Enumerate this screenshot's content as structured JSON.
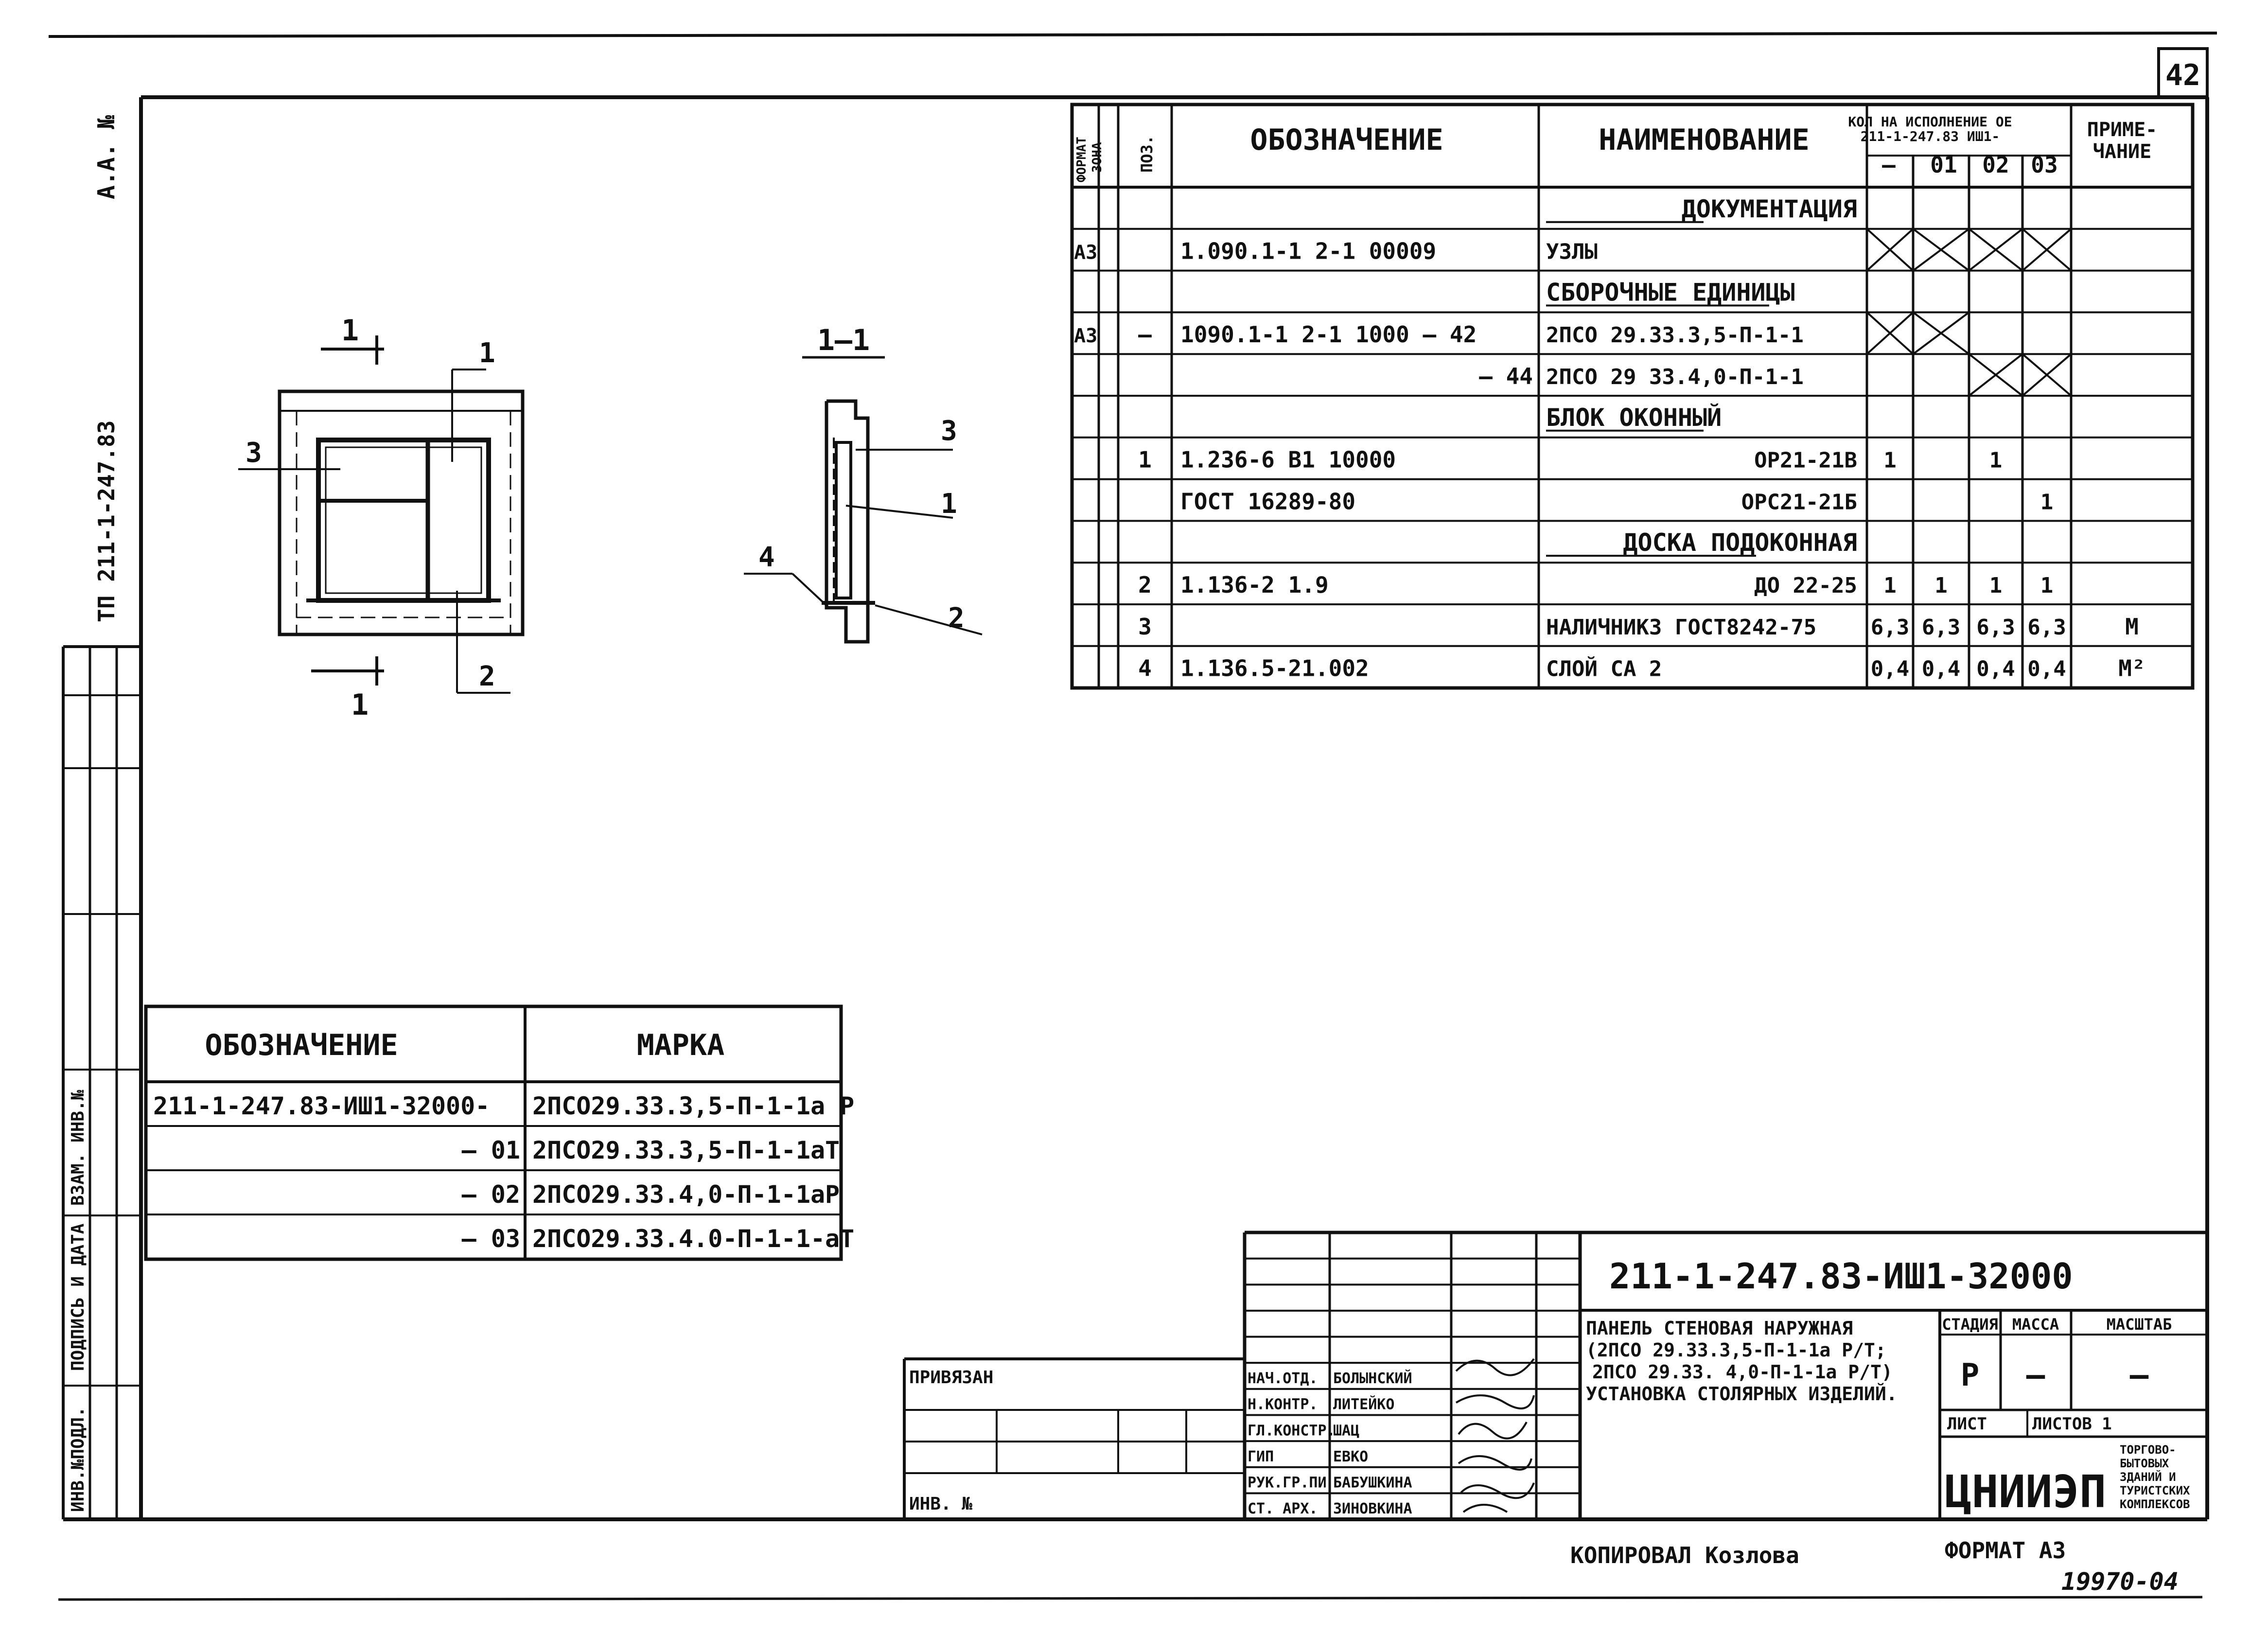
{
  "sheet_number": "42",
  "spec": {
    "headers": {
      "format": "ФОРМАТ",
      "zone": "ЗОНА",
      "pos": "ПОЗ.",
      "designation": "ОБОЗНАЧЕНИЕ",
      "name": "НАИМЕНОВАНИЕ",
      "qty_group": "КОЛ НА ИСПОЛНЕНИЕ ОЕ",
      "qty_group2": "211-1-247.83 ИШ1-",
      "note_1": "ПРИМЕ-",
      "note_2": "ЧАНИЕ",
      "variants": [
        "—",
        "01",
        "02",
        "03"
      ]
    },
    "rows": [
      {
        "format": "",
        "pos": "",
        "designation": "",
        "name": "ДОКУМЕНТАЦИЯ",
        "section": true,
        "q": [
          "",
          "",
          "",
          ""
        ],
        "note": ""
      },
      {
        "format": "А3",
        "pos": "",
        "designation": "1.090.1-1 2-1 00009",
        "name": "УЗЛЫ",
        "section": false,
        "crossed": [
          true,
          true,
          true,
          true
        ],
        "q": [
          "",
          "",
          "",
          ""
        ],
        "note": ""
      },
      {
        "format": "",
        "pos": "",
        "designation": "",
        "name": "СБОРОЧНЫЕ ЕДИНИЦЫ",
        "section": true,
        "q": [
          "",
          "",
          "",
          ""
        ],
        "note": ""
      },
      {
        "format": "А3",
        "pos": "—",
        "designation": "1090.1-1 2-1 1000 — 42",
        "name": "2ПСО 29.33.3,5-П-1-1",
        "section": false,
        "crossed": [
          true,
          true,
          false,
          false
        ],
        "q": [
          "",
          "",
          "",
          ""
        ],
        "note": ""
      },
      {
        "format": "",
        "pos": "",
        "designation": "— 44",
        "name": "2ПСО 29 33.4,0-П-1-1",
        "section": false,
        "crossed": [
          false,
          false,
          true,
          true
        ],
        "q": [
          "",
          "",
          "",
          ""
        ],
        "note": ""
      },
      {
        "format": "",
        "pos": "",
        "designation": "",
        "name": "БЛОК ОКОННЫЙ",
        "section": true,
        "q": [
          "",
          "",
          "",
          ""
        ],
        "note": ""
      },
      {
        "format": "",
        "pos": "1",
        "designation": "1.236-6 В1 10000",
        "name": "ОР21-21В",
        "section": false,
        "q": [
          "1",
          "",
          "1",
          ""
        ],
        "note": ""
      },
      {
        "format": "",
        "pos": "",
        "designation": "ГОСТ 16289-80",
        "name": "ОРС21-21Б",
        "section": false,
        "q": [
          "",
          "",
          "",
          "1"
        ],
        "note": ""
      },
      {
        "format": "",
        "pos": "",
        "designation": "",
        "name": "ДОСКА ПОДОКОННАЯ",
        "section": true,
        "q": [
          "",
          "",
          "",
          ""
        ],
        "note": ""
      },
      {
        "format": "",
        "pos": "2",
        "designation": "1.136-2  1.9",
        "name": "ДО 22-25",
        "section": false,
        "q": [
          "1",
          "1",
          "1",
          "1"
        ],
        "note": ""
      },
      {
        "format": "",
        "pos": "3",
        "designation": "",
        "name": "НАЛИЧНИК3 ГОСТ8242-75",
        "section": false,
        "q": [
          "6,3",
          "6,3",
          "6,3",
          "6,3"
        ],
        "note": "М"
      },
      {
        "format": "",
        "pos": "4",
        "designation": "1.136.5-21.002",
        "name": "СЛОЙ СА 2",
        "section": false,
        "q": [
          "0,4",
          "0,4",
          "0,4",
          "0,4"
        ],
        "note": "М²"
      }
    ]
  },
  "views": {
    "section_label": "1—1",
    "front_labels": {
      "cut_top": "1",
      "cut_bottom": "1",
      "c1": "1",
      "c2": "2",
      "c3": "3"
    },
    "section_labels": {
      "c1": "1",
      "c2": "2",
      "c3": "3",
      "c4": "4"
    }
  },
  "variants_table": {
    "headers": {
      "designation": "ОБОЗНАЧЕНИЕ",
      "mark": "МАРКА"
    },
    "rows": [
      {
        "designation": "211-1-247.83-ИШ1-32000-",
        "mark": "2ПСО29.33.3,5-П-1-1а Р"
      },
      {
        "designation": "— 01",
        "mark": "2ПСО29.33.3,5-П-1-1аТ"
      },
      {
        "designation": "— 02",
        "mark": "2ПСО29.33.4,0-П-1-1аР"
      },
      {
        "designation": "— 03",
        "mark": "2ПСО29.33.4.0-П-1-1-аТ"
      }
    ]
  },
  "left_strip": {
    "archive_label": "А.А. №",
    "doc_code": "ТП 211-1-247.83",
    "stamp_labels": [
      "ИНВ.№ПОДЛ.",
      "ПОДПИСЬ И ДАТА",
      "ВЗАМ. ИНВ.№"
    ]
  },
  "title_block": {
    "code": "211-1-247.83-ИШ1-32000",
    "title_lines": [
      "ПАНЕЛЬ СТЕНОВАЯ НАРУЖНАЯ",
      "(2ПСО 29.33.3,5-П-1-1а Р/Т;",
      "2ПСО 29.33. 4,0-П-1-1а Р/Т)",
      "УСТАНОВКА СТОЛЯРНЫХ ИЗДЕЛИЙ."
    ],
    "stage_label": "СТАДИЯ",
    "mass_label": "МАССА",
    "scale_label": "МАСШТАБ",
    "stage": "Р",
    "mass": "—",
    "scale": "—",
    "sheet_label": "ЛИСТ",
    "sheets_label": "ЛИСТОВ 1",
    "org": "ЦНИИЭП",
    "org_sub": [
      "ТОРГОВО-",
      "БЫТОВЫХ",
      "ЗДАНИЙ И",
      "ТУРИСТСКИХ",
      "КОМПЛЕКСОВ"
    ],
    "signers": [
      {
        "role": "НАЧ.ОТД.",
        "name": "БОЛЫНСКИЙ"
      },
      {
        "role": "Н.КОНТР.",
        "name": "ЛИТЕЙКО"
      },
      {
        "role": "ГЛ.КОНСТР.",
        "name": "ШАЦ"
      },
      {
        "role": "ГИП",
        "name": "ЕВКО"
      },
      {
        "role": "РУК.ГР.ПИ",
        "name": "БАБУШКИНА"
      },
      {
        "role": "СТ. АРХ.",
        "name": "ЗИНОВКИНА"
      }
    ],
    "privyazan": "ПРИВЯЗАН",
    "inv": "ИНВ. №"
  },
  "footer": {
    "copied": "КОПИРОВАЛ Козлова",
    "format": "ФОРМАТ А3",
    "number": "19970-04"
  },
  "colors": {
    "ink": "#111111",
    "paper": "#ffffff"
  }
}
